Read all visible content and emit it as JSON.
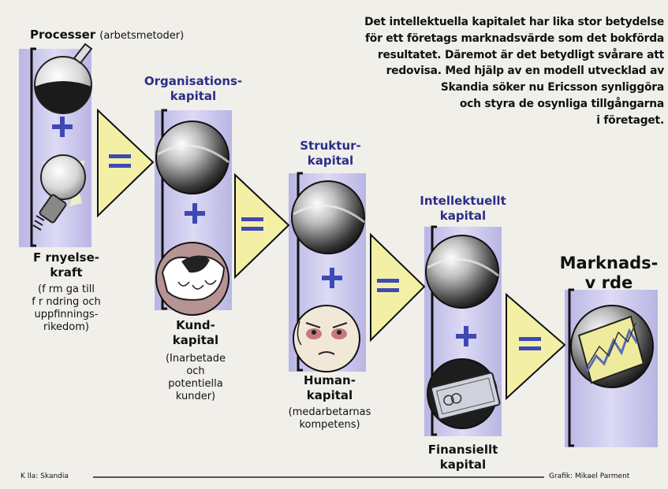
{
  "intro": "Det intellektuella kapitalet har lika stor betydelse\nför ett företags marknadsvärde som det bokförda\nresultatet. Däremot är det betydligt svårare att\nredovisa. Med hjälp av en modell utvecklad av\nSkandia söker nu Ericsson synliggöra\noch styra de osynliga tillgångarna\ni företaget.",
  "processer": {
    "title": "Processer",
    "sub": "(arbetsmetoder)"
  },
  "fornyelse": {
    "title": "F rnyelse-\nkraft",
    "sub": "(f rm ga till\nf r ndring och\nuppfinnings-\nrikedom)"
  },
  "organisation": {
    "title": "Organisations-\nkapital"
  },
  "kund": {
    "title": "Kund-\nkapital",
    "sub": "(Inarbetade\noch\npotentiella\nkunder)"
  },
  "struktur": {
    "title": "Struktur-\nkapital"
  },
  "human": {
    "title": "Human-\nkapital",
    "sub": "(medarbetarnas\nkompetens)"
  },
  "intellektuellt": {
    "title": "Intellektuellt\nkapital"
  },
  "finansiellt": {
    "title": "Finansiellt\nkapital"
  },
  "marknad": {
    "title": "Marknads-\nv rde"
  },
  "footer": {
    "source": "K lla: Skandia",
    "credit": "Grafik: Mikael Parment"
  },
  "colors": {
    "accent_blue": "#2b2d87",
    "arrow_yellow": "#f3f0a6",
    "column_lilac": "#c9c6ea",
    "symbol_blue": "#3e49b4"
  }
}
